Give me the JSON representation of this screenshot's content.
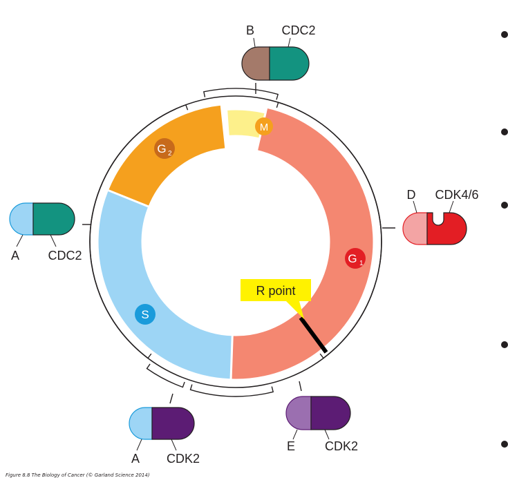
{
  "colors": {
    "g1": "#f48771",
    "s": "#9dd5f5",
    "g2": "#f5a01e",
    "m": "#fdf08b",
    "cdc2": "#139380",
    "cyclin_b": "#a47a6a",
    "cyclin_a": "#9dd5f5",
    "cyclin_d": "#f3a4a4",
    "cdk46": "#e31e24",
    "cyclin_e": "#9b6fb0",
    "cdk2": "#5c1c74",
    "r_point": "#fff200"
  },
  "phases": {
    "g1": "G",
    "g1_sub": "1",
    "s": "S",
    "g2": "G",
    "g2_sub": "2",
    "m": "M"
  },
  "r_point_label": "R point",
  "complexes": {
    "b_cdc2": {
      "cyclin": "B",
      "kinase": "CDC2"
    },
    "a_cdc2": {
      "cyclin": "A",
      "kinase": "CDC2"
    },
    "d_cdk46": {
      "cyclin": "D",
      "kinase": "CDK4/6"
    },
    "a_cdk2": {
      "cyclin": "A",
      "kinase": "CDK2"
    },
    "e_cdk2": {
      "cyclin": "E",
      "kinase": "CDK2"
    }
  },
  "caption": "Figure 8.8 The Biology of Cancer (© Garland Science 2014)"
}
